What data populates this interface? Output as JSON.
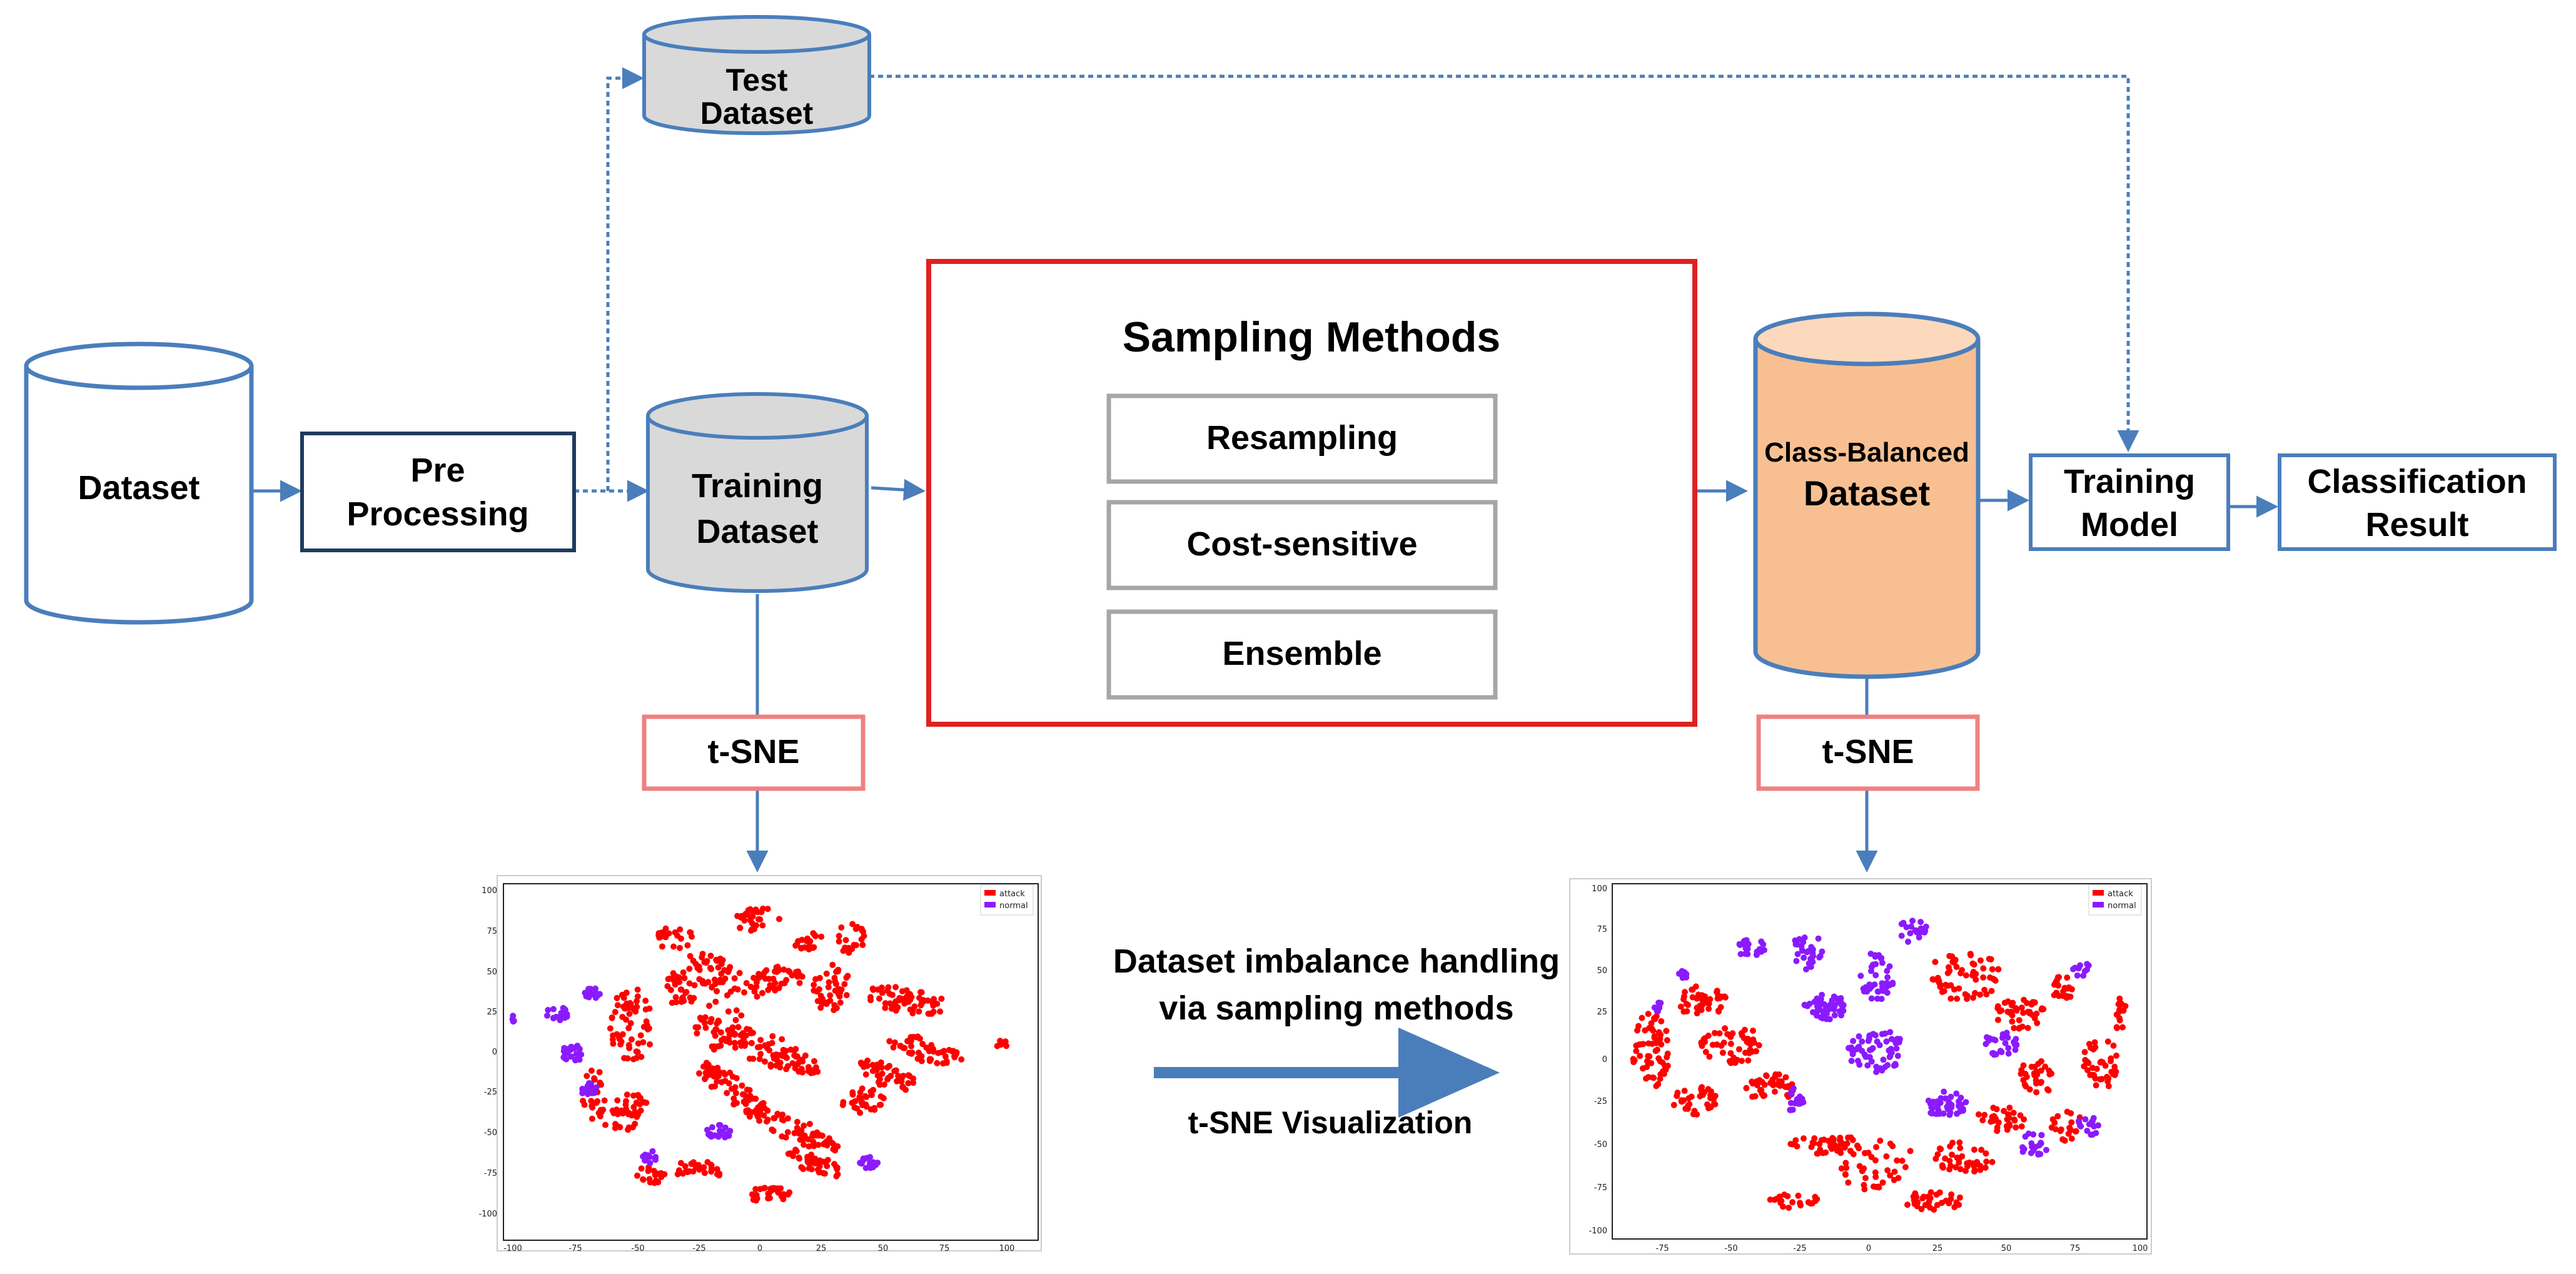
{
  "nodes": {
    "dataset": "Dataset",
    "preprocessing": {
      "line1": "Pre",
      "line2": "Processing"
    },
    "test_dataset": {
      "line1": "Test",
      "line2": "Dataset"
    },
    "training_dataset": {
      "line1": "Training",
      "line2": "Dataset"
    },
    "sampling_methods": {
      "title": "Sampling Methods",
      "methods": [
        "Resampling",
        "Cost-sensitive",
        "Ensemble"
      ]
    },
    "balanced_dataset": {
      "line1": "Class-Balanced",
      "line2": "Dataset"
    },
    "training_model": {
      "line1": "Training",
      "line2": "Model"
    },
    "classification_result": {
      "line1": "Classification",
      "line2": "Result"
    },
    "tsne_left": "t-SNE",
    "tsne_right": "t-SNE"
  },
  "caption": {
    "line1": "Dataset imbalance handling",
    "line2": "via sampling methods",
    "sub": "t-SNE Visualization"
  },
  "colors": {
    "arrow_blue": "#4a7ebb",
    "box_navy": "#1f3b5c",
    "test_gray": "#d9d9d9",
    "sampling_red": "#e02020",
    "method_gray": "#a6a6a6",
    "tsne_border": "#f08080",
    "balanced_fill": "#f8c092",
    "balanced_top": "#fcd9bc",
    "attack": "#ff0000",
    "normal": "#8b1aff"
  },
  "plots": {
    "left": {
      "legend": [
        "attack",
        "normal"
      ],
      "x_ticks": [
        "-100",
        "-75",
        "-50",
        "-25",
        "0",
        "25",
        "50",
        "75",
        "100"
      ],
      "y_ticks": [
        "100",
        "75",
        "50",
        "25",
        "0",
        "-25",
        "-50",
        "-75",
        "-100"
      ]
    },
    "right": {
      "legend": [
        "attack",
        "normal"
      ],
      "x_ticks": [
        "-75",
        "-50",
        "-25",
        "0",
        "25",
        "50",
        "75",
        "100"
      ],
      "y_ticks": [
        "100",
        "75",
        "50",
        "25",
        "0",
        "-25",
        "-50",
        "-75",
        "-100"
      ]
    }
  }
}
